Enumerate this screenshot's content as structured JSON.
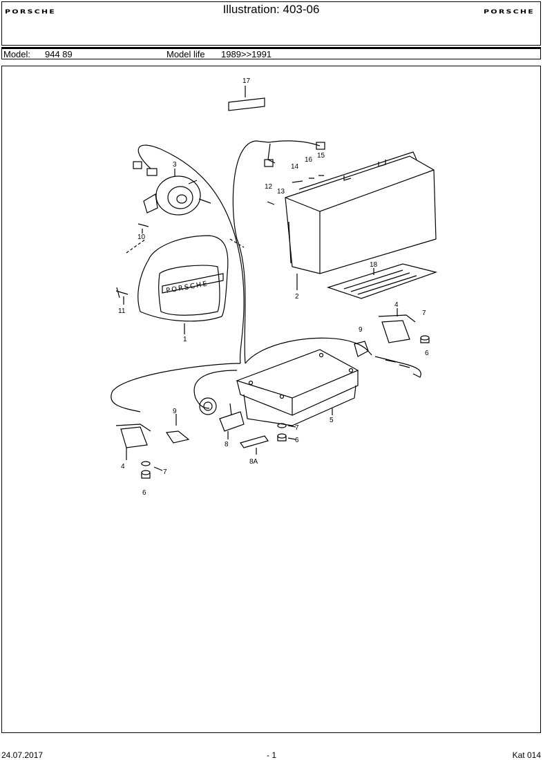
{
  "header": {
    "logo_left": "PORSCHE",
    "title": "Illustration: 403-06",
    "logo_right": "PORSCHE"
  },
  "model_bar": {
    "model_label": "Model:",
    "model_value": "944 89",
    "life_label": "Model life",
    "life_value": "1989>>1991"
  },
  "illustration": {
    "part_labels": [
      "17",
      "3",
      "14",
      "16",
      "15",
      "12",
      "13",
      "10",
      "11",
      "1",
      "2",
      "18",
      "4",
      "7",
      "9",
      "6",
      "5",
      "9",
      "8",
      "8A",
      "7",
      "6",
      "4",
      "7",
      "6"
    ],
    "steering_wheel_text": "PORSCHE"
  },
  "footer": {
    "date": "24.07.2017",
    "page": "- 1",
    "catalog": "Kat 014"
  }
}
